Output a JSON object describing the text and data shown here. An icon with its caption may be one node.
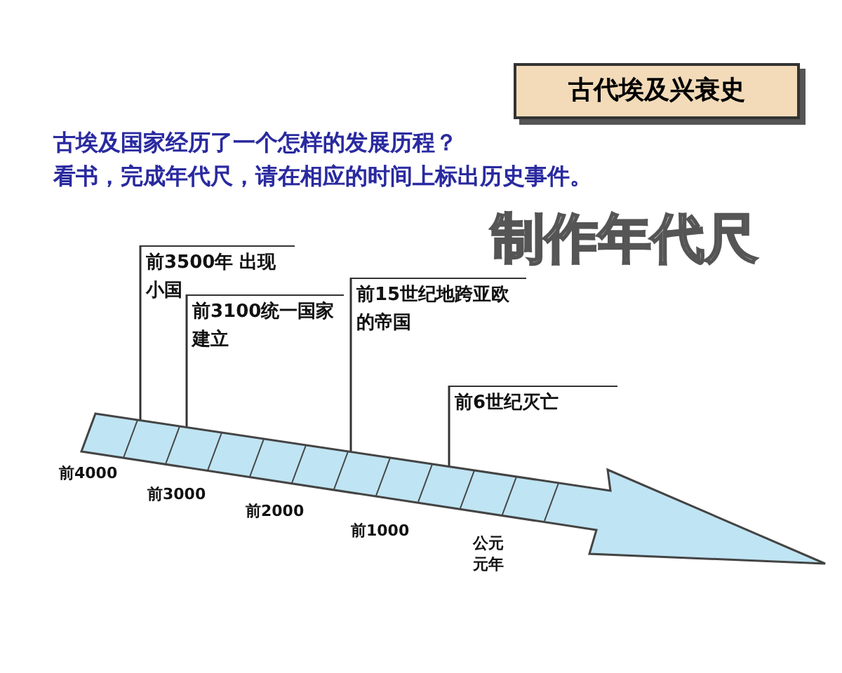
{
  "diagram": {
    "title": "古代埃及兴衰史",
    "nodes": [
      {
        "text": [
          "前3500年 出现小国"
        ]
      },
      {
        "text": [
          "前3100统一国家建立"
        ]
      },
      {
        "text": [
          "前15世纪地跨亚欧的帝国"
        ]
      },
      {
        "text": [
          "前6世纪灭亡"
        ]
      },
      {
        "text": [],
        "shape": "arrow"
      }
    ],
    "edges": [
      {
        "from": 0,
        "to": 4,
        "arrow": "none"
      },
      {
        "from": 1,
        "to": 4,
        "arrow": "none"
      },
      {
        "from": 2,
        "to": 4,
        "arrow": "none"
      },
      {
        "from": 3,
        "to": 4,
        "arrow": "none"
      }
    ],
    "labels": [
      "古埃及国家经历了一个怎样的发展历程？",
      "看书，完成年代尺，请在相应的时间上标出历史事件。",
      "制作年代尺",
      "前4000",
      "前3000",
      "前2000",
      "前1000",
      "公元元年"
    ]
  }
}
